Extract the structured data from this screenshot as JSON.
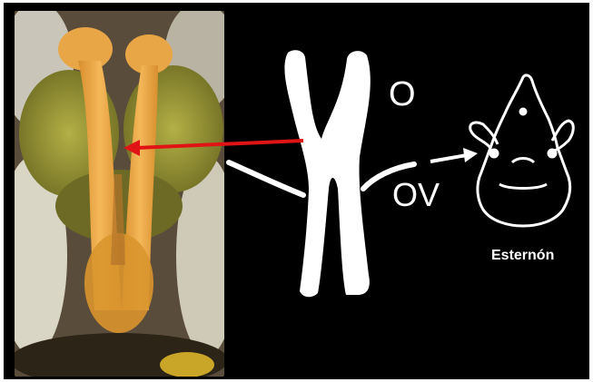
{
  "labels": {
    "o": "O",
    "ov": "OV",
    "sternum": "Esternón"
  },
  "colors": {
    "background": "#000000",
    "frame": "#ffffff",
    "pointer_arrow": "#e01414",
    "outline": "#ffffff",
    "ovary": "#e8a646",
    "fat_body": "#9c9a3a"
  },
  "icons": {
    "pointer": "red-arrow-icon",
    "sternum_pointer": "white-arrow-icon"
  }
}
